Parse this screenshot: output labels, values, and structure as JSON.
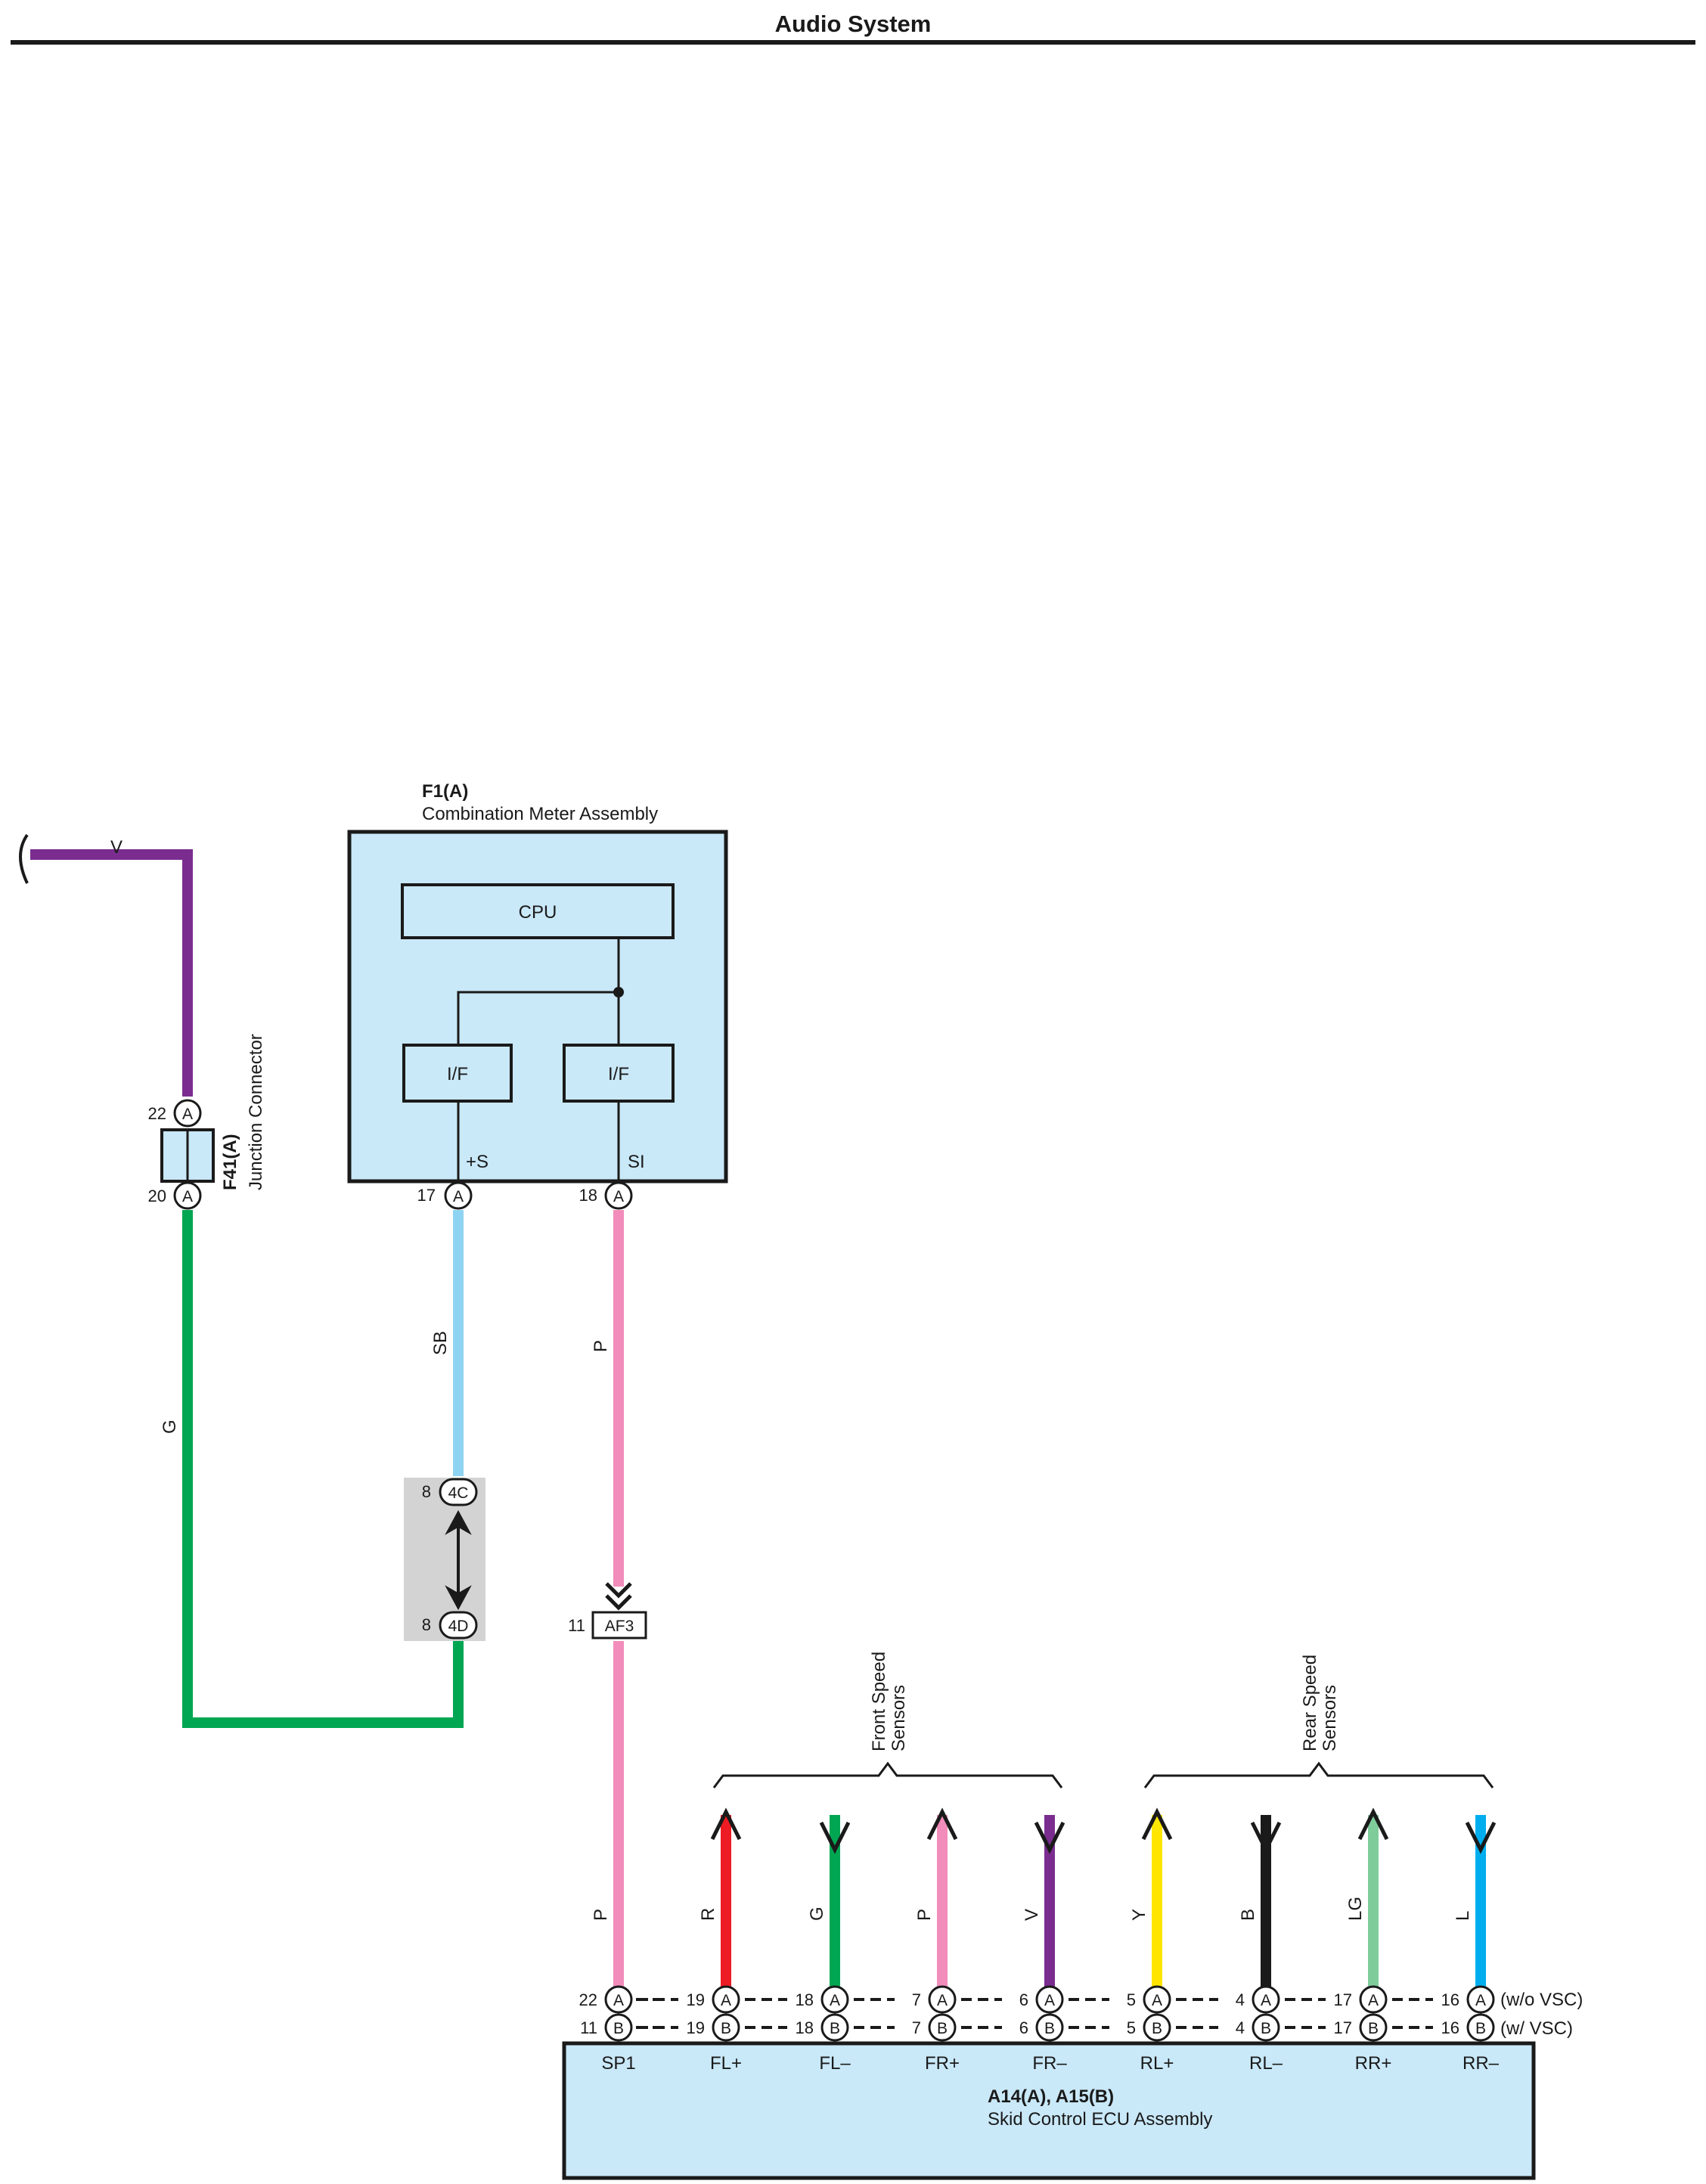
{
  "header": {
    "title": "Audio System"
  },
  "colors": {
    "V": "#7a2d8f",
    "G": "#00a651",
    "SB": "#8fd3f2",
    "P": "#f28cba",
    "R": "#ed1c24",
    "Y": "#ffe600",
    "B": "#1a1a1a",
    "LG": "#7fcc9b",
    "L": "#00aeef",
    "component_fill": "#c9e8f8"
  },
  "meter": {
    "ref": "F1(A)",
    "name": "Combination Meter Assembly",
    "cpu": "CPU",
    "if_left": "I/F",
    "if_right": "I/F",
    "term_s": "+S",
    "term_si": "SI",
    "pin_s": "17",
    "pin_si": "18",
    "conn": "A"
  },
  "junction": {
    "ref": "F41(A)",
    "name": "Junction Connector",
    "pin_top": "22",
    "pin_bottom": "20",
    "conn": "A"
  },
  "inline": {
    "pin_top": "8",
    "conn_top": "4C",
    "pin_bottom": "8",
    "conn_bottom": "4D",
    "af3_pin": "11",
    "af3_label": "AF3"
  },
  "wires": {
    "v": "V",
    "g": "G",
    "sb": "SB",
    "p_upper": "P",
    "p_lower": "P"
  },
  "ecu": {
    "refs": "A14(A), A15(B)",
    "name": "Skid Control ECU Assembly",
    "note_a": "(w/o VSC)",
    "note_b": "(w/ VSC)",
    "conn_a": "A",
    "conn_b": "B",
    "group_front": [
      "Front Speed",
      "Sensors"
    ],
    "group_rear": [
      "Rear Speed",
      "Sensors"
    ],
    "terminals": [
      {
        "name": "SP1",
        "color": "P",
        "pin_a": "22",
        "pin_b": "11",
        "arrow": "none"
      },
      {
        "name": "FL+",
        "color": "R",
        "pin_a": "19",
        "pin_b": "19",
        "arrow": "up"
      },
      {
        "name": "FL–",
        "color": "G",
        "pin_a": "18",
        "pin_b": "18",
        "arrow": "down"
      },
      {
        "name": "FR+",
        "color": "P",
        "pin_a": "7",
        "pin_b": "7",
        "arrow": "up"
      },
      {
        "name": "FR–",
        "color": "V",
        "pin_a": "6",
        "pin_b": "6",
        "arrow": "down"
      },
      {
        "name": "RL+",
        "color": "Y",
        "pin_a": "5",
        "pin_b": "5",
        "arrow": "up"
      },
      {
        "name": "RL–",
        "color": "B",
        "pin_a": "4",
        "pin_b": "4",
        "arrow": "down"
      },
      {
        "name": "RR+",
        "color": "LG",
        "pin_a": "17",
        "pin_b": "17",
        "arrow": "up"
      },
      {
        "name": "RR–",
        "color": "L",
        "pin_a": "16",
        "pin_b": "16",
        "arrow": "down"
      }
    ]
  }
}
